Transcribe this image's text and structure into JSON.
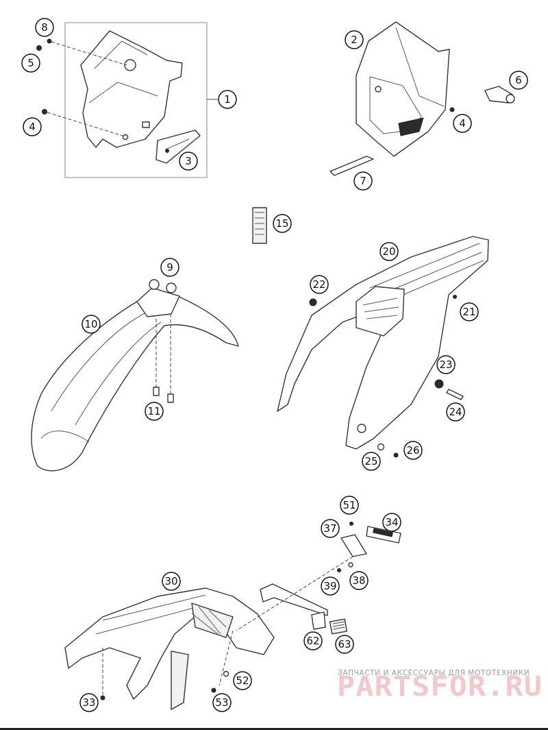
{
  "callouts": [
    {
      "id": "c1",
      "label": "1"
    },
    {
      "id": "c2",
      "label": "2"
    },
    {
      "id": "c3",
      "label": "3"
    },
    {
      "id": "c4a",
      "label": "4"
    },
    {
      "id": "c4b",
      "label": "4"
    },
    {
      "id": "c5",
      "label": "5"
    },
    {
      "id": "c6",
      "label": "6"
    },
    {
      "id": "c7",
      "label": "7"
    },
    {
      "id": "c8",
      "label": "8"
    },
    {
      "id": "c9",
      "label": "9"
    },
    {
      "id": "c10",
      "label": "10"
    },
    {
      "id": "c11",
      "label": "11"
    },
    {
      "id": "c15",
      "label": "15"
    },
    {
      "id": "c20",
      "label": "20"
    },
    {
      "id": "c21",
      "label": "21"
    },
    {
      "id": "c22",
      "label": "22"
    },
    {
      "id": "c23",
      "label": "23"
    },
    {
      "id": "c24",
      "label": "24"
    },
    {
      "id": "c25",
      "label": "25"
    },
    {
      "id": "c26",
      "label": "26"
    },
    {
      "id": "c30",
      "label": "30"
    },
    {
      "id": "c33",
      "label": "33"
    },
    {
      "id": "c34",
      "label": "34"
    },
    {
      "id": "c37",
      "label": "37"
    },
    {
      "id": "c38",
      "label": "38"
    },
    {
      "id": "c39",
      "label": "39"
    },
    {
      "id": "c51",
      "label": "51"
    },
    {
      "id": "c52",
      "label": "52"
    },
    {
      "id": "c53",
      "label": "53"
    },
    {
      "id": "c62",
      "label": "62"
    },
    {
      "id": "c63",
      "label": "63"
    }
  ],
  "watermark": {
    "caption": "ЗАПЧАСТИ И АКСЕССУАРЫ ДЛЯ МОТОТЕХНИКИ",
    "logo": "PARTSFOR.RU",
    "color": "#f3c8c8"
  }
}
